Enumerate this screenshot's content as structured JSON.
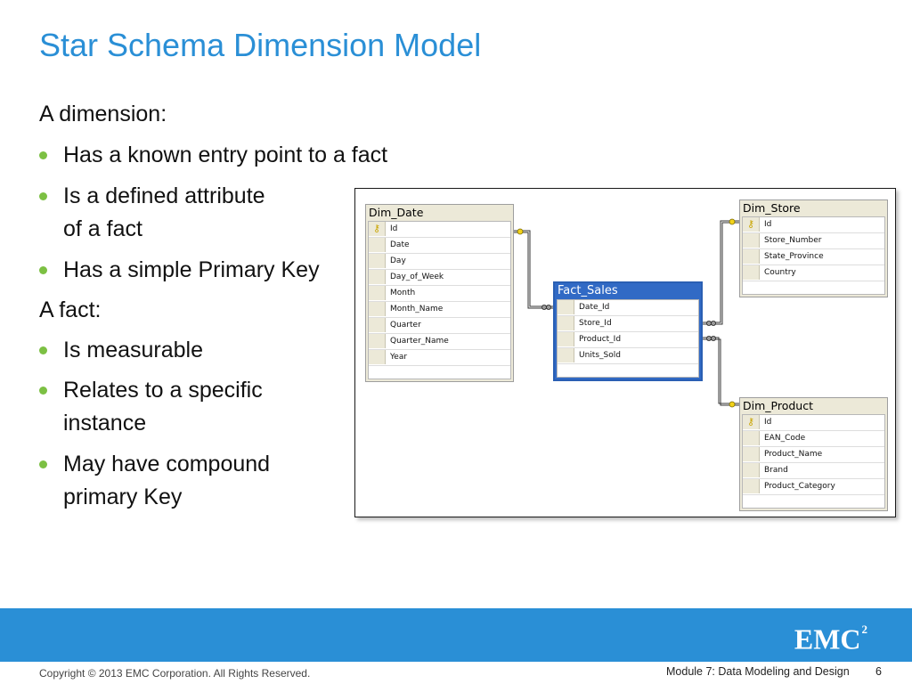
{
  "title": "Star Schema Dimension Model",
  "content": {
    "dimension_heading": "A dimension:",
    "dimension_bullets": [
      [
        "Has a known entry point to a fact"
      ],
      [
        "Is a defined attribute",
        "of a fact"
      ],
      [
        "Has a simple Primary Key"
      ]
    ],
    "fact_heading": "A fact:",
    "fact_bullets": [
      [
        "Is measurable"
      ],
      [
        "Relates to a specific",
        "instance"
      ],
      [
        "May have compound",
        "primary Key"
      ]
    ]
  },
  "diagram": {
    "tables": [
      {
        "id": "dim_date",
        "name": "Dim_Date",
        "fact": false,
        "columns": [
          "Id",
          "Date",
          "Day",
          "Day_of_Week",
          "Month",
          "Month_Name",
          "Quarter",
          "Quarter_Name",
          "Year"
        ],
        "key_index": 0
      },
      {
        "id": "fact_sales",
        "name": "Fact_Sales",
        "fact": true,
        "columns": [
          "Date_Id",
          "Store_Id",
          "Product_Id",
          "Units_Sold"
        ],
        "key_index": -1
      },
      {
        "id": "dim_store",
        "name": "Dim_Store",
        "fact": false,
        "columns": [
          "Id",
          "Store_Number",
          "State_Province",
          "Country"
        ],
        "key_index": 0
      },
      {
        "id": "dim_product",
        "name": "Dim_Product",
        "fact": false,
        "columns": [
          "Id",
          "EAN_Code",
          "Product_Name",
          "Brand",
          "Product_Category"
        ],
        "key_index": 0
      }
    ],
    "relationships": [
      {
        "from": "fact_sales",
        "to": "dim_date"
      },
      {
        "from": "fact_sales",
        "to": "dim_store"
      },
      {
        "from": "fact_sales",
        "to": "dim_product"
      }
    ]
  },
  "footer": {
    "copyright": "Copyright © 2013 EMC Corporation. All Rights Reserved.",
    "module": "Module 7: Data Modeling and Design",
    "page": "6",
    "logo_text": "EMC",
    "logo_sup": "2"
  },
  "colors": {
    "title": "#2a8fd6",
    "band": "#2a8fd6",
    "bullet": "#7cc043",
    "fact_header": "#316ac5",
    "key_icon": "#c9a400"
  }
}
